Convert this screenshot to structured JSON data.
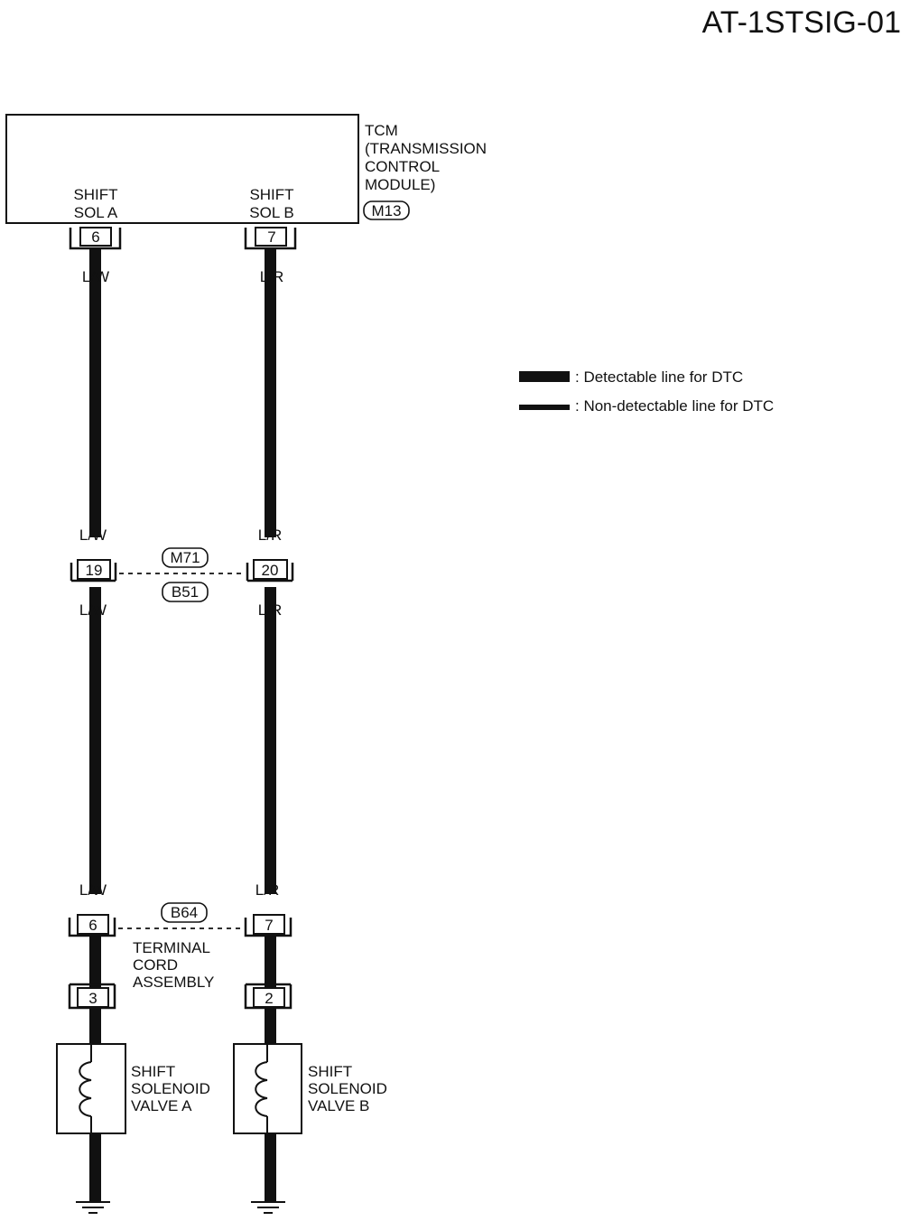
{
  "page_id": "AT-1STSIG-01",
  "tcm": {
    "name_lines": [
      "TCM",
      "(TRANSMISSION",
      "CONTROL",
      "MODULE)"
    ],
    "connector_id": "M13",
    "pin_a": {
      "label_lines": [
        "SHIFT",
        "SOL A"
      ],
      "terminal": "6"
    },
    "pin_b": {
      "label_lines": [
        "SHIFT",
        "SOL B"
      ],
      "terminal": "7"
    }
  },
  "wires": {
    "a": {
      "color_code": "L/W"
    },
    "b": {
      "color_code": "L/R"
    }
  },
  "joint_connector": {
    "ids": [
      "M71",
      "B51"
    ],
    "terminal_a": "19",
    "terminal_b": "20"
  },
  "terminal_cord": {
    "connector_id": "B64",
    "terminal_a": "6",
    "terminal_b": "7",
    "label_lines": [
      "TERMINAL",
      "CORD",
      "ASSEMBLY"
    ],
    "valve_terminal_a": "3",
    "valve_terminal_b": "2"
  },
  "valves": {
    "a": {
      "label_lines": [
        "SHIFT",
        "SOLENOID",
        "VALVE A"
      ]
    },
    "b": {
      "label_lines": [
        "SHIFT",
        "SOLENOID",
        "VALVE B"
      ]
    }
  },
  "legend": {
    "detectable": ": Detectable line for DTC",
    "non_detectable": ": Non-detectable line for DTC"
  }
}
